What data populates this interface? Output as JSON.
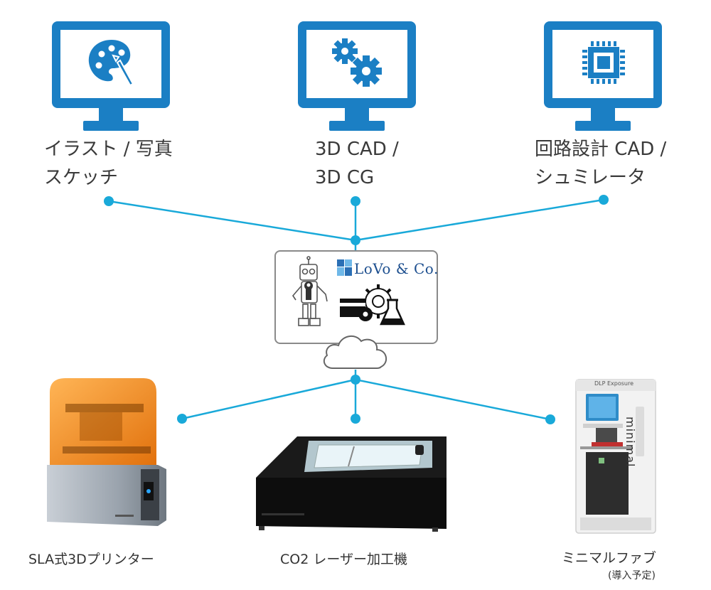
{
  "colors": {
    "accent": "#1b7fc4",
    "line": "#19a9d9",
    "printer_resin": "#ff8a1e",
    "laser_body": "#111111"
  },
  "software": [
    {
      "icon": "palette-brush-icon",
      "lines": [
        "イラスト / 写真",
        "スケッチ"
      ]
    },
    {
      "icon": "gears-icon",
      "lines": [
        "3D CAD /",
        "3D CG"
      ]
    },
    {
      "icon": "chip-icon",
      "lines": [
        "回路設計 CAD /",
        "シュミレータ"
      ]
    }
  ],
  "hub": {
    "logo": "LoVo & Co."
  },
  "machines": [
    {
      "label": "SLA式3Dプリンター"
    },
    {
      "label": "CO2 レーザー加工機"
    },
    {
      "label": "ミニマルファブ",
      "note": "(導入予定)",
      "brand_text": "minimal",
      "screen_text": "DLP Exposure"
    }
  ]
}
